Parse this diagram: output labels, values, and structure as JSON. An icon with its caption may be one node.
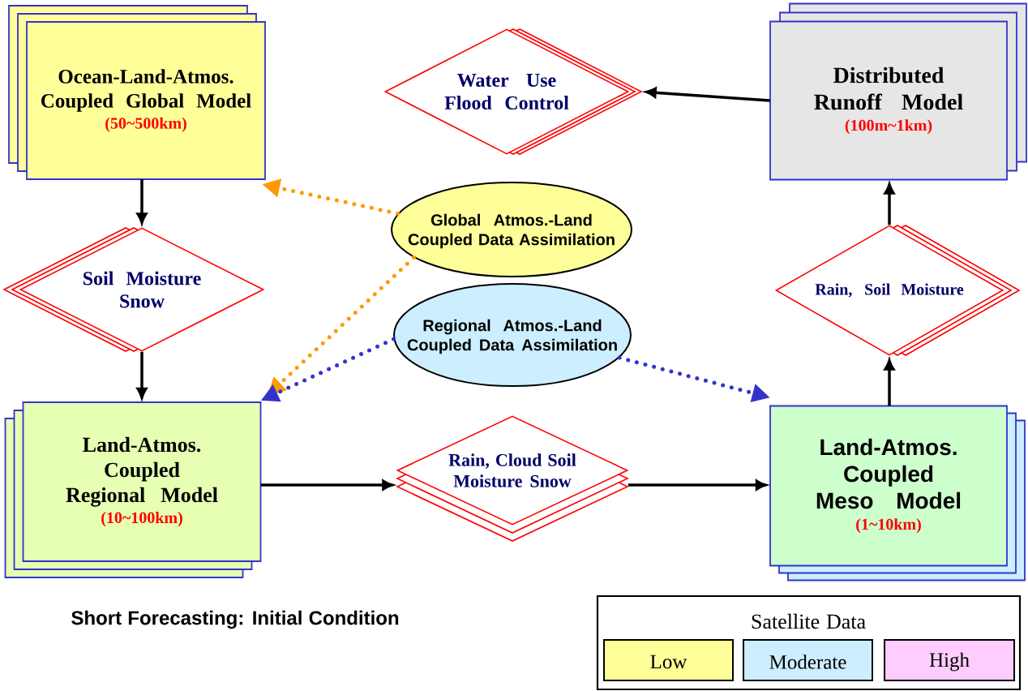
{
  "diagram": {
    "nodes": [
      {
        "text": [
          "Ocean-Land-Atmos. Coupled Global Model",
          "(50~500km)"
        ]
      },
      {
        "text": [
          "Water Use Flood Control"
        ]
      },
      {
        "text": [
          "Distributed Runoff Model",
          "(100m~1km)"
        ]
      },
      {
        "text": [
          "Global Atmos.-Land Coupled Data Assimilation"
        ]
      },
      {
        "text": [
          "Soil Moisture Snow"
        ]
      },
      {
        "text": [
          "Rain, Soil Moisture"
        ]
      },
      {
        "text": [
          "Regional Atmos.-Land Coupled Data Assimilation"
        ]
      },
      {
        "text": [
          "Land-Atmos. Coupled Regional Model",
          "(10~100km)"
        ]
      },
      {
        "text": [
          "Rain, Cloud Soil Moisture Snow"
        ]
      },
      {
        "text": [
          "Land-Atmos. Coupled Meso Model",
          "(1~10km)"
        ]
      }
    ],
    "edges": [
      {
        "from": 0,
        "to": 4,
        "arrow": "to"
      },
      {
        "from": 4,
        "to": 7,
        "arrow": "to"
      },
      {
        "from": 2,
        "to": 1,
        "arrow": "to"
      },
      {
        "from": 5,
        "to": 2,
        "arrow": "to"
      },
      {
        "from": 9,
        "to": 5,
        "arrow": "to"
      },
      {
        "from": 7,
        "to": 8,
        "arrow": "to"
      },
      {
        "from": 8,
        "to": 9,
        "arrow": "to"
      },
      {
        "from": 3,
        "to": 0,
        "arrow": "to",
        "style": "dashed",
        "color": "#ff9900"
      },
      {
        "from": 3,
        "to": 7,
        "arrow": "to",
        "style": "dashed",
        "color": "#ff9900"
      },
      {
        "from": 6,
        "to": 7,
        "arrow": "to",
        "style": "dashed",
        "color": "#3333cc"
      },
      {
        "from": 6,
        "to": 9,
        "arrow": "to",
        "style": "dashed",
        "color": "#3333cc"
      }
    ],
    "labels": [
      "Short Forecasting: Initial Condition",
      "Satellite Data"
    ],
    "legend": [
      {
        "text": "Low",
        "color": "#ffff99"
      },
      {
        "text": "Moderate",
        "color": "#cceeff"
      },
      {
        "text": "High",
        "color": "#ffccff"
      }
    ]
  }
}
